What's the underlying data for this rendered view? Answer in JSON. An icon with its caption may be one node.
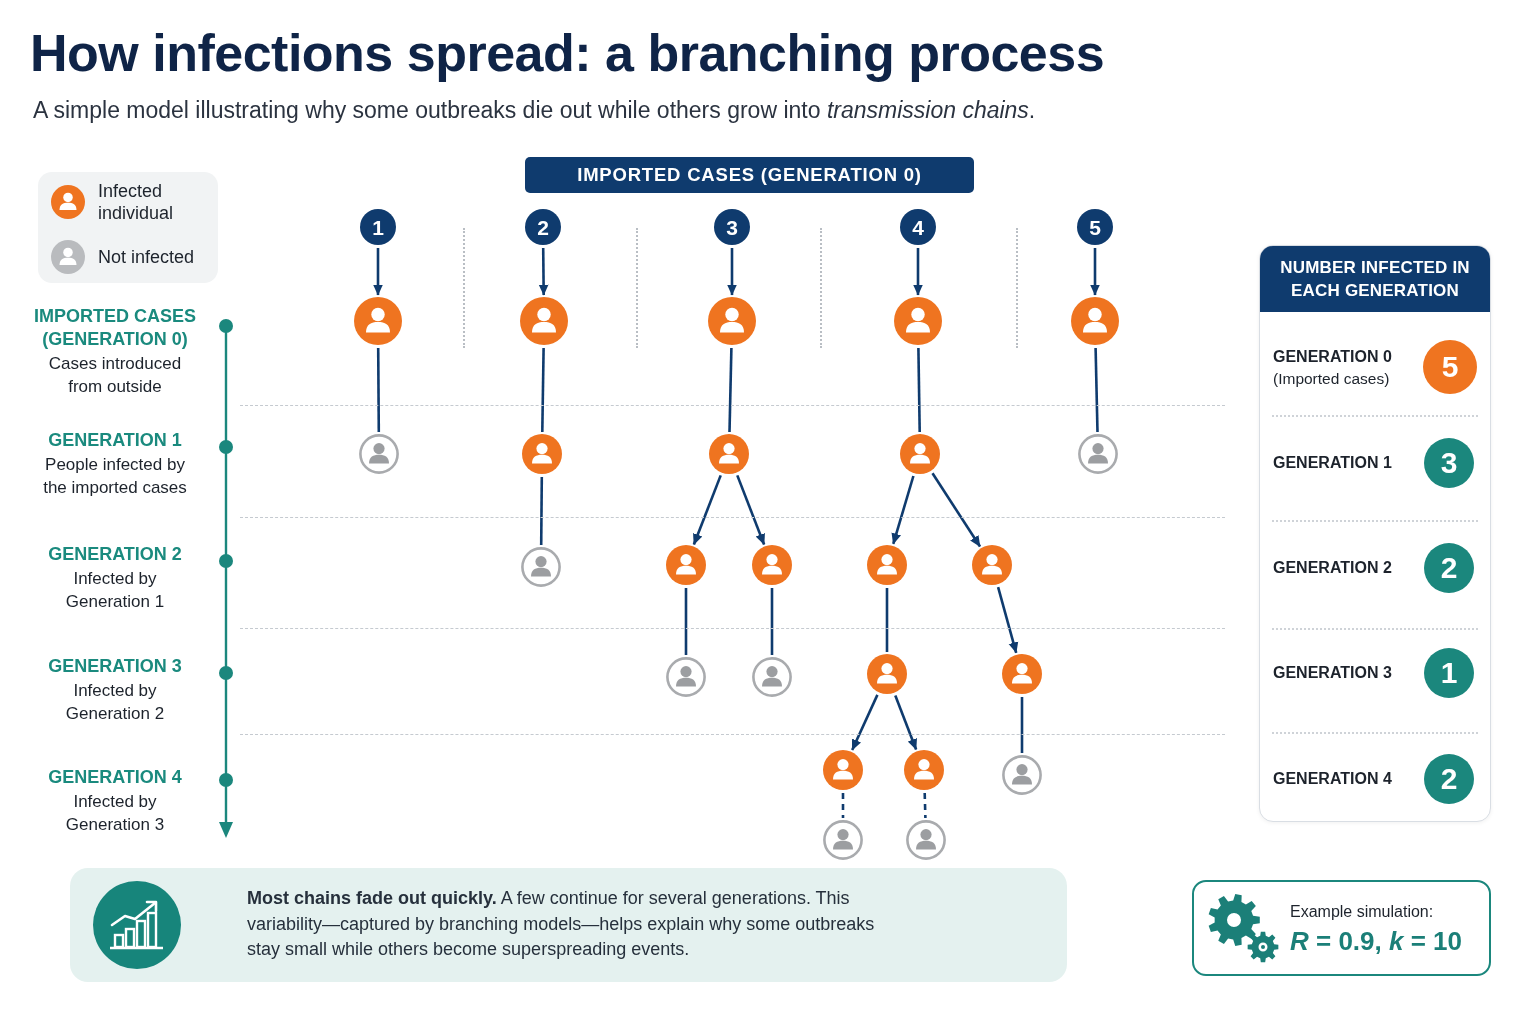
{
  "diagram": {
    "title": "How infections spread: a branching process",
    "nodes": [
      {
        "text": [
          "IMPORTED CASES (GENERATION 0)"
        ]
      },
      {
        "text": [
          "1"
        ]
      },
      {
        "text": [
          "2"
        ]
      },
      {
        "text": [
          "3"
        ]
      },
      {
        "text": [
          "4"
        ]
      },
      {
        "text": [
          "5"
        ]
      },
      {
        "text": [],
        "shape": "person"
      },
      {
        "text": [],
        "shape": "person"
      },
      {
        "text": [],
        "shape": "person"
      },
      {
        "text": [],
        "shape": "person"
      },
      {
        "text": [],
        "shape": "person"
      },
      {
        "text": [],
        "shape": "person"
      },
      {
        "text": [],
        "shape": "person"
      },
      {
        "text": [],
        "shape": "person"
      },
      {
        "text": [],
        "shape": "person"
      },
      {
        "text": [],
        "shape": "person"
      },
      {
        "text": [],
        "shape": "person"
      },
      {
        "text": [],
        "shape": "person"
      },
      {
        "text": [],
        "shape": "person"
      },
      {
        "text": [],
        "shape": "person"
      },
      {
        "text": [],
        "shape": "person"
      },
      {
        "text": [],
        "shape": "person"
      },
      {
        "text": [],
        "shape": "person"
      },
      {
        "text": [],
        "shape": "person"
      },
      {
        "text": [],
        "shape": "person"
      },
      {
        "text": [],
        "shape": "person"
      },
      {
        "text": [],
        "shape": "person"
      },
      {
        "text": [],
        "shape": "person"
      },
      {
        "text": [],
        "shape": "person"
      },
      {
        "text": [],
        "shape": "person"
      },
      {
        "text": [
          "NUMBER INFECTED IN EACH GENERATION"
        ]
      },
      {
        "text": [
          "5"
        ],
        "in": 30,
        "beside": [
          "GENERATION 0",
          "(Imported cases)"
        ]
      },
      {
        "text": [
          "3"
        ],
        "in": 30,
        "beside": [
          "GENERATION 1"
        ]
      },
      {
        "text": [
          "2"
        ],
        "in": 30,
        "beside": [
          "GENERATION 2"
        ]
      },
      {
        "text": [
          "1"
        ],
        "in": 30,
        "beside": [
          "GENERATION 3"
        ]
      },
      {
        "text": [
          "2"
        ],
        "in": 30,
        "beside": [
          "GENERATION 4"
        ]
      },
      {
        "text": [
          "**Most chains fade out quickly.** A few continue for several generations. This variability—captured by branching models—helps explain why some outbreaks stay small while others become superspreading events."
        ]
      },
      {
        "text": [
          "Example simulation:",
          "*R* = 0.9, *k* = 10"
        ]
      }
    ],
    "edges": [
      {
        "from": 1,
        "to": 6,
        "arrow": "to"
      },
      {
        "from": 2,
        "to": 7,
        "arrow": "to"
      },
      {
        "from": 3,
        "to": 8,
        "arrow": "to"
      },
      {
        "from": 4,
        "to": 9,
        "arrow": "to"
      },
      {
        "from": 5,
        "to": 10,
        "arrow": "to"
      },
      {
        "from": 6,
        "to": 11,
        "arrow": "none"
      },
      {
        "from": 7,
        "to": 12,
        "arrow": "none"
      },
      {
        "from": 8,
        "to": 13,
        "arrow": "none"
      },
      {
        "from": 9,
        "to": 14,
        "arrow": "none"
      },
      {
        "from": 10,
        "to": 15,
        "arrow": "none"
      },
      {
        "from": 12,
        "to": 16,
        "arrow": "none"
      },
      {
        "from": 13,
        "to": 17,
        "arrow": "to"
      },
      {
        "from": 13,
        "to": 18,
        "arrow": "to"
      },
      {
        "from": 14,
        "to": 19,
        "arrow": "to"
      },
      {
        "from": 14,
        "to": 20,
        "arrow": "to"
      },
      {
        "from": 17,
        "to": 21,
        "arrow": "none"
      },
      {
        "from": 18,
        "to": 22,
        "arrow": "none"
      },
      {
        "from": 19,
        "to": 23,
        "arrow": "none"
      },
      {
        "from": 20,
        "to": 24,
        "arrow": "to"
      },
      {
        "from": 23,
        "to": 25,
        "arrow": "to"
      },
      {
        "from": 23,
        "to": 26,
        "arrow": "to"
      },
      {
        "from": 24,
        "to": 27,
        "arrow": "none"
      },
      {
        "from": 25,
        "to": 28,
        "arrow": "none",
        "style": "dashed"
      },
      {
        "from": 26,
        "to": 29,
        "arrow": "none",
        "style": "dashed"
      }
    ],
    "labels": [
      "A simple model illustrating why some outbreaks die out while others grow into *transmission chains*.",
      "IMPORTED CASES (GENERATION 0)",
      "Cases introduced from outside",
      "GENERATION 1",
      "People infected by the imported cases",
      "GENERATION 2",
      "Infected by Generation 1",
      "GENERATION 3",
      "Infected by Generation 2",
      "GENERATION 4",
      "Infected by Generation 3"
    ],
    "legend": [
      {
        "text": "Infected individual",
        "color": "#ef7420"
      },
      {
        "text": "Not infected",
        "color": "#b9bbbe"
      }
    ]
  }
}
